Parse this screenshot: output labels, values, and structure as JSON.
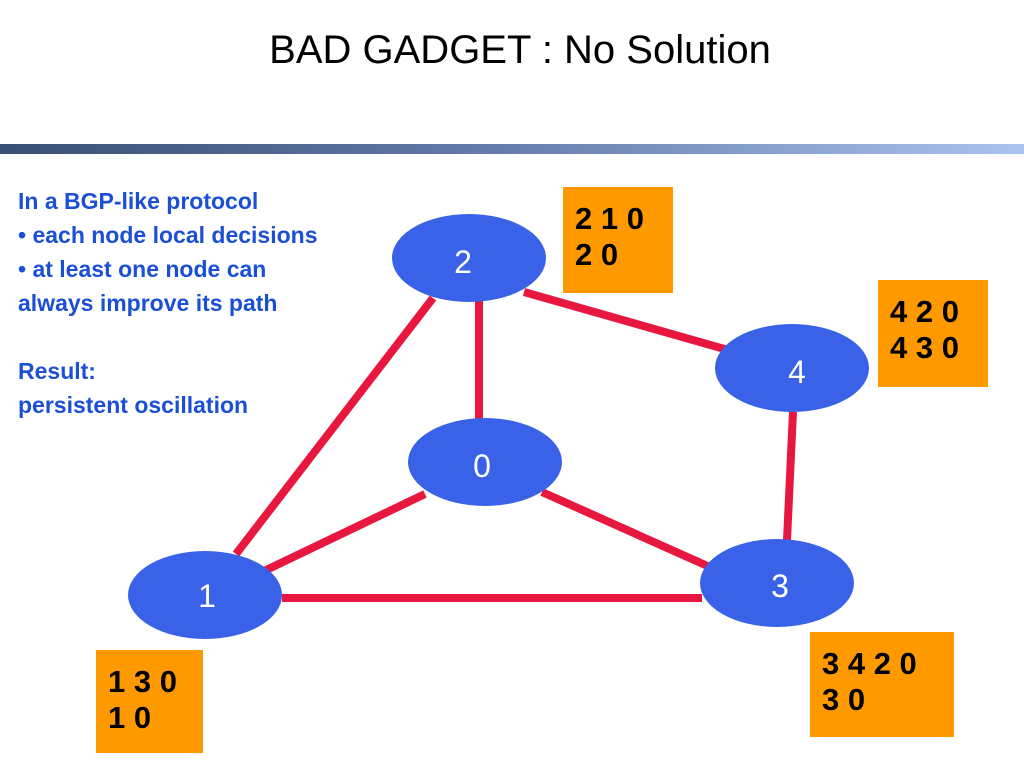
{
  "title": "BAD GADGET : No Solution",
  "description": {
    "line1": "In a BGP-like protocol",
    "line2": "• each node local decisions",
    "line3": "• at least one node can",
    "line4": "always improve its path",
    "line5": "Result:",
    "line6": "persistent oscillation"
  },
  "colors": {
    "text_accent": "#1a4fd6",
    "node_fill": "#3a62e8",
    "edge": "#e8173f",
    "path_box": "#ff9900"
  },
  "nodes": [
    {
      "id": "0",
      "label": "0"
    },
    {
      "id": "1",
      "label": "1"
    },
    {
      "id": "2",
      "label": "2"
    },
    {
      "id": "3",
      "label": "3"
    },
    {
      "id": "4",
      "label": "4"
    }
  ],
  "edges": [
    [
      "2",
      "0"
    ],
    [
      "2",
      "1"
    ],
    [
      "2",
      "4"
    ],
    [
      "0",
      "1"
    ],
    [
      "0",
      "3"
    ],
    [
      "1",
      "3"
    ],
    [
      "4",
      "3"
    ]
  ],
  "path_lists": {
    "node2": [
      "2 1 0",
      "2 0"
    ],
    "node4": [
      "4 2 0",
      "4 3 0"
    ],
    "node3": [
      "3 4 2 0",
      "3 0"
    ],
    "node1": [
      "1 3 0",
      "1 0"
    ]
  }
}
